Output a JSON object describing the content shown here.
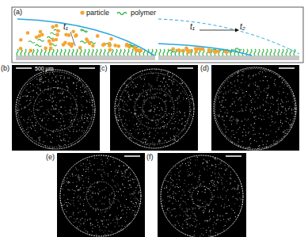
{
  "diagram": {
    "labels": [
      "(a)",
      "t₁",
      "t₁",
      "t₂",
      "(b)",
      "500 μm",
      "(c)",
      "(d)",
      "(e)",
      "(f)"
    ],
    "legend": [
      {
        "text": "particle",
        "color": "#f5a532"
      },
      {
        "text": "polymer"
      }
    ]
  }
}
